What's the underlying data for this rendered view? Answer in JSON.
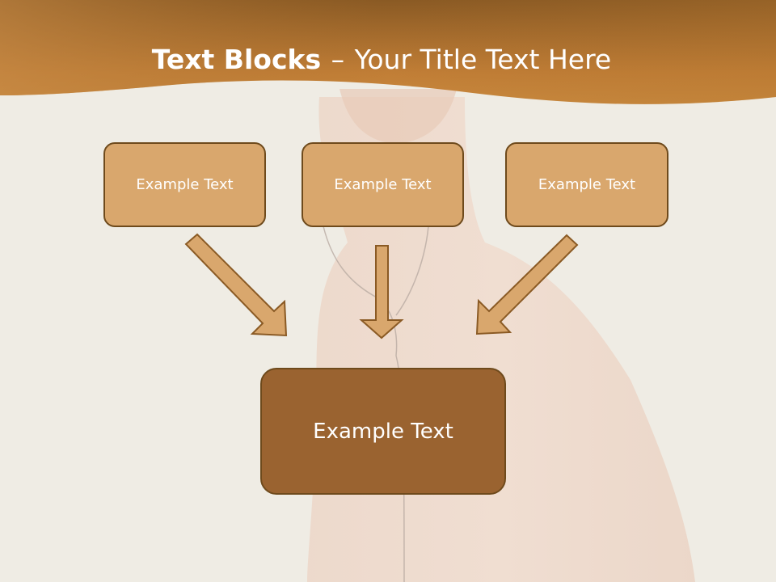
{
  "title": {
    "bold": "Text Blocks",
    "dash": "–",
    "rest": "Your Title Text Here"
  },
  "blocks": {
    "left": "Example Text",
    "center": "Example Text",
    "right": "Example Text",
    "main": "Example Text"
  },
  "colors": {
    "header_dark": "#8a5a24",
    "header_light": "#c9893e",
    "box_fill": "#d9a76d",
    "box_border": "#6e4a1c",
    "main_box_fill": "#9a6330",
    "arrow_fill": "#d9a76d",
    "arrow_stroke": "#8a5a24",
    "background": "#efece4"
  },
  "icons": {
    "arrow": "down-arrow-icon"
  }
}
